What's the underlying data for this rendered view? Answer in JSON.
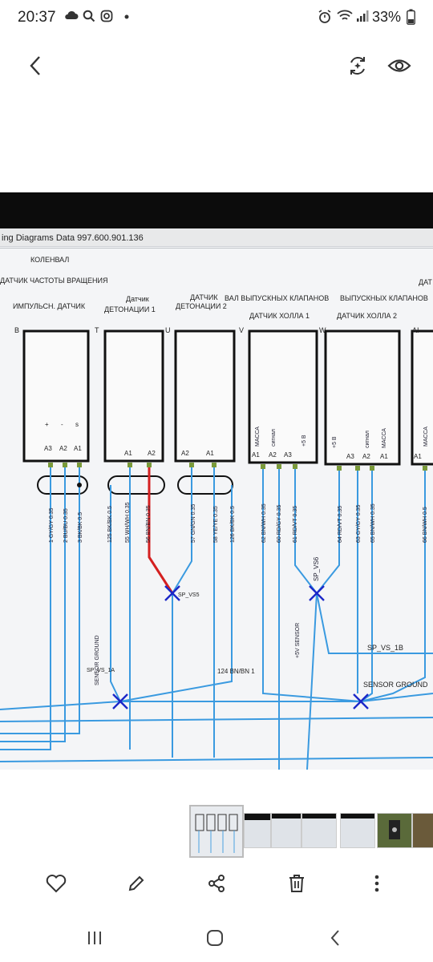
{
  "status_bar": {
    "time": "20:37",
    "battery": "33%",
    "left_icons": [
      "cloud-icon",
      "search-icon",
      "instagram-icon",
      "dot-icon"
    ],
    "right_icons": [
      "alarm-icon",
      "wifi-icon",
      "signal-icon",
      "battery-icon"
    ]
  },
  "toolbar": {
    "back_icon": "back-arrow-icon",
    "remaster_icon": "remaster-icon",
    "view_icon": "eye-icon"
  },
  "photo": {
    "window_title": "ing Diagrams Data 997.600.901.136",
    "labels": {
      "crankshaft": "КОЛЕНВАЛ",
      "rpm_sensor": "ДАТЧИК ЧАСТОТЫ ВРАЩЕНИЯ",
      "pulse_sensor": "ИМПУЛЬСН. ДАТЧИК",
      "knock1_a": "Датчик",
      "knock1_b": "ДЕТОНАЦИИ 1",
      "knock2_a": "ДАТЧИК",
      "knock2_b": "ДЕТОНАЦИИ 2",
      "exhaust1": "ВАЛ ВЫПУСКНЫХ КЛАПАНОВ",
      "hall1": "ДАТЧИК ХОЛЛА 1",
      "exhaust2": "ВЫПУСКНЫХ КЛАПАНОВ",
      "hall2": "ДАТЧИК ХОЛЛА 2",
      "right_cut": "ДАТ",
      "sp_vs5": "SP_VS5",
      "sp_vs6": "SP_VS6",
      "sp_vs1a": "SP_VS_1A",
      "sp_vs1b": "SP_VS_1B",
      "sensor_ground": "SENSOR GROUND",
      "sensor_ground2": "SENSOR GROUND",
      "sensor_5v": "+5V SENSOR",
      "bus_wire": "124 BN/BN 1"
    },
    "connectors": {
      "b": "B",
      "t": "T",
      "u": "U",
      "v": "V",
      "w": "W",
      "ai": "AI"
    },
    "pins": {
      "box1": [
        "A3",
        "A2",
        "A1"
      ],
      "box1_signs": [
        "+",
        "-",
        "s"
      ],
      "box2": [
        "A1",
        "A2"
      ],
      "box3": [
        "A2",
        "A1"
      ],
      "box4": [
        "A1",
        "A2",
        "A3"
      ],
      "box4_names": [
        "МАССА",
        "сигнал",
        "+5 В"
      ],
      "box5": [
        "A3",
        "A2",
        "A1"
      ],
      "box5_names": [
        "+5 В",
        "сигнал",
        "МАССА"
      ],
      "box6_names": [
        "A1",
        "МАССА"
      ]
    },
    "wires": [
      "1 GY/GY 0.35",
      "2 BU/BU 0.35",
      "3 BK/BK 0.5",
      "125 BK/BK 0.5",
      "55 WH/WH 0.35",
      "56 BN/BN 0.35",
      "57 GN/GN 0.35",
      "58 YE/YE 0.35",
      "126 BK/BK 0.5",
      "62 BN/WH 0.35",
      "60 RD/GY 0.35",
      "61 RD/VT 0.35",
      "64 RD/VT 0.35",
      "63 GY/GY 0.35",
      "65 BN/WH 0.35",
      "66 BN/WH 0.5"
    ]
  },
  "filmstrip": {
    "count": 7
  },
  "actions": {
    "favorite_icon": "heart-icon",
    "edit_icon": "pencil-icon",
    "share_icon": "share-icon",
    "delete_icon": "trash-icon",
    "more_icon": "more-vertical-icon"
  },
  "nav": {
    "recents_icon": "recents-icon",
    "home_icon": "home-icon",
    "back_icon": "nav-back-icon"
  }
}
